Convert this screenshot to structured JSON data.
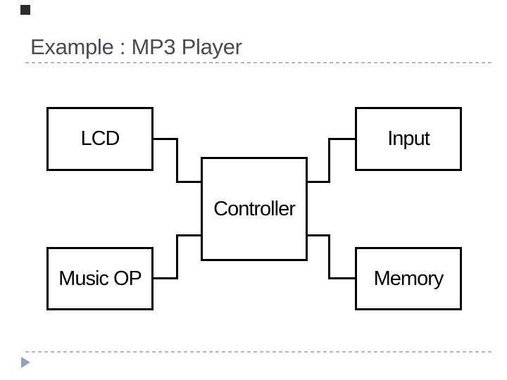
{
  "slide": {
    "title": "Example : MP3 Player"
  },
  "theme": {
    "background": "#ffffff",
    "title_color": "#4a4a50",
    "dash_color": "#b3b6ba",
    "triangle_color": "#8da3be",
    "square_color": "#2b2b30",
    "diagram_color": "#000000"
  },
  "diagram": {
    "nodes": [
      {
        "id": "lcd",
        "label": "LCD"
      },
      {
        "id": "input",
        "label": "Input"
      },
      {
        "id": "controller",
        "label": "Controller"
      },
      {
        "id": "music-op",
        "label": "Music OP"
      },
      {
        "id": "memory",
        "label": "Memory"
      }
    ],
    "edges": [
      {
        "from": "LCD",
        "to": "Controller"
      },
      {
        "from": "Input",
        "to": "Controller"
      },
      {
        "from": "Music OP",
        "to": "Controller"
      },
      {
        "from": "Memory",
        "to": "Controller"
      }
    ]
  }
}
